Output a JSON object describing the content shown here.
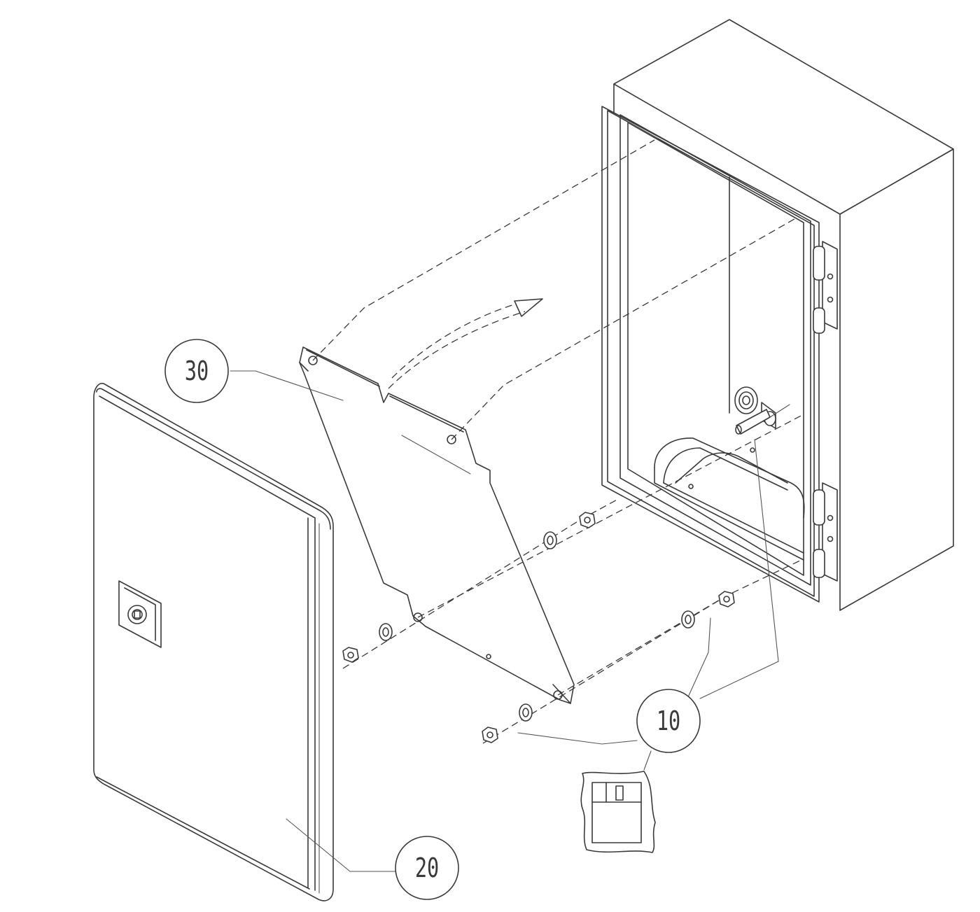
{
  "diagram": {
    "callouts": [
      {
        "id": "10",
        "label": "10"
      },
      {
        "id": "20",
        "label": "20"
      },
      {
        "id": "30",
        "label": "30"
      }
    ],
    "colors": {
      "line": "#3a3a3a",
      "background": "#ffffff"
    }
  }
}
